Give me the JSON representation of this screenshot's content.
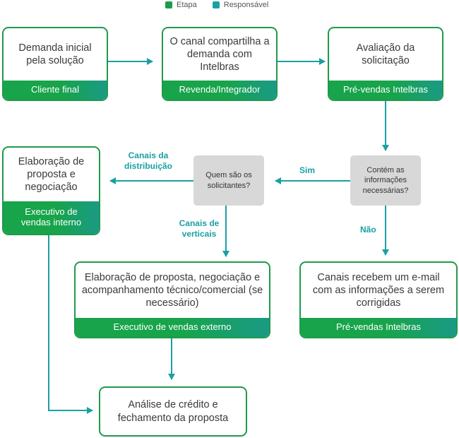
{
  "legend": {
    "stage": "Etapa",
    "responsible": "Responsável"
  },
  "colors": {
    "stage": "#1f9a4b",
    "responsible": "#1aa0a4",
    "decision": "#d8d8d8",
    "connector": "#1aa0a4"
  },
  "nodes": {
    "demand": {
      "stage": "Demanda inicial pela solução",
      "resp": "Cliente final"
    },
    "channel": {
      "stage": "O canal compartilha a demanda com Intelbras",
      "resp": "Revenda/Integrador"
    },
    "evaluation": {
      "stage": "Avaliação da solicitação",
      "resp": "Pré-vendas Intelbras"
    },
    "info_decision": "Contém as informações necessárias?",
    "who_decision": "Quem são os solicitantes?",
    "internal_proposal": {
      "stage": "Elaboração de proposta e negociação",
      "resp": "Executivo de vendas interno"
    },
    "external_proposal": {
      "stage": "Elaboração de proposta, negociação e acompanhamento técnico/comercial (se necessário)",
      "resp": "Executivo de vendas externo"
    },
    "email": {
      "stage": "Canais recebem um e-mail com as informações a serem corrigidas",
      "resp": "Pré-vendas Intelbras"
    },
    "credit": {
      "stage": "Análise de crédito e fechamento da proposta"
    }
  },
  "edge_labels": {
    "yes": "Sim",
    "no": "Não",
    "distribution": "Canais da distribuição",
    "verticals": "Canais de verticais"
  }
}
